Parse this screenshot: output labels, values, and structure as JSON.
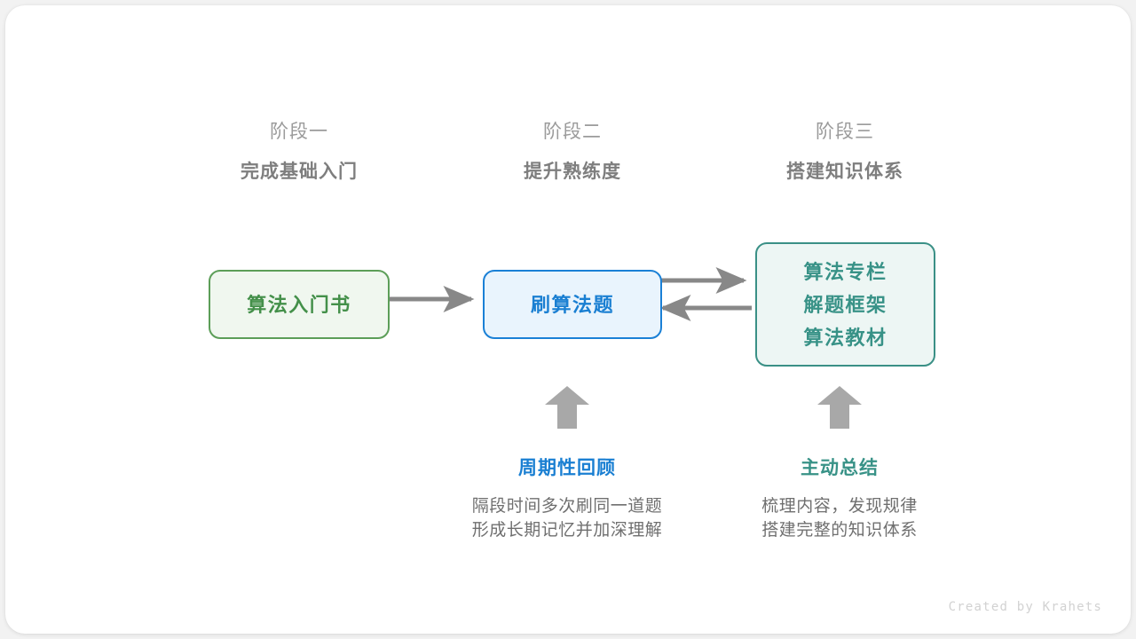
{
  "canvas": {
    "background": "#f2f2f2",
    "card_background": "#ffffff"
  },
  "stages": [
    {
      "index_label": "阶段一",
      "title": "完成基础入门"
    },
    {
      "index_label": "阶段二",
      "title": "提升熟练度"
    },
    {
      "index_label": "阶段三",
      "title": "搭建知识体系"
    }
  ],
  "nodes": {
    "book": {
      "lines": [
        "算法入门书"
      ],
      "border_color": "#5c9e58",
      "fill_color": "#f0f7ef",
      "text_color": "#44904a"
    },
    "practice": {
      "lines": [
        "刷算法题"
      ],
      "border_color": "#1a80d6",
      "fill_color": "#e9f4fd",
      "text_color": "#1a7fd2"
    },
    "knowledge": {
      "lines": [
        "算法专栏",
        "解题框架",
        "算法教材"
      ],
      "border_color": "#3a9086",
      "fill_color": "#edf6f4",
      "text_color": "#389287"
    }
  },
  "connectors": {
    "color": "#888888",
    "book_to_practice": "arrow-right",
    "practice_to_knowledge": "arrow-right",
    "knowledge_to_practice": "arrow-left",
    "up_arrow_review": "arrow-up",
    "up_arrow_summary": "arrow-up"
  },
  "notes": [
    {
      "title": "周期性回顾",
      "title_color": "#1a7fd2",
      "body_lines": [
        "隔段时间多次刷同一道题",
        "形成长期记忆并加深理解"
      ]
    },
    {
      "title": "主动总结",
      "title_color": "#389287",
      "body_lines": [
        "梳理内容，发现规律",
        "搭建完整的知识体系"
      ]
    }
  ],
  "credit": "Created by Krahets"
}
